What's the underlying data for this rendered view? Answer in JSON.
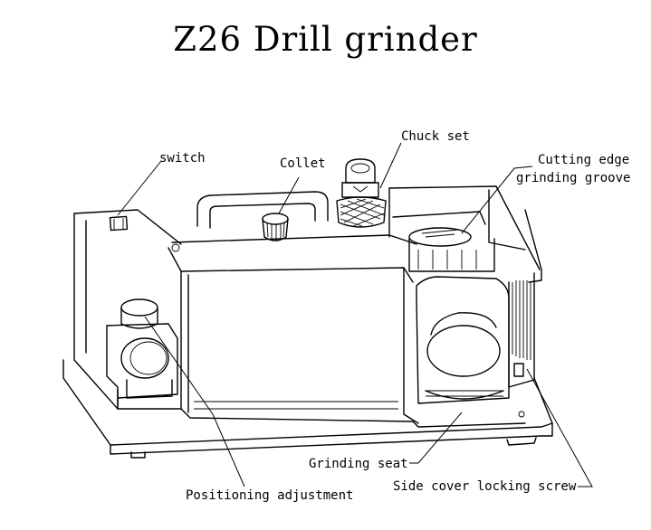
{
  "title": "Z26 Drill grinder",
  "labels": {
    "switch": "switch",
    "collet": "Collet",
    "chuck_set": "Chuck set",
    "cutting_edge_line1": "Cutting edge",
    "cutting_edge_line2": "grinding groove",
    "grinding_seat": "Grinding seat",
    "side_cover": "Side cover locking screw",
    "positioning": "Positioning adjustment"
  }
}
